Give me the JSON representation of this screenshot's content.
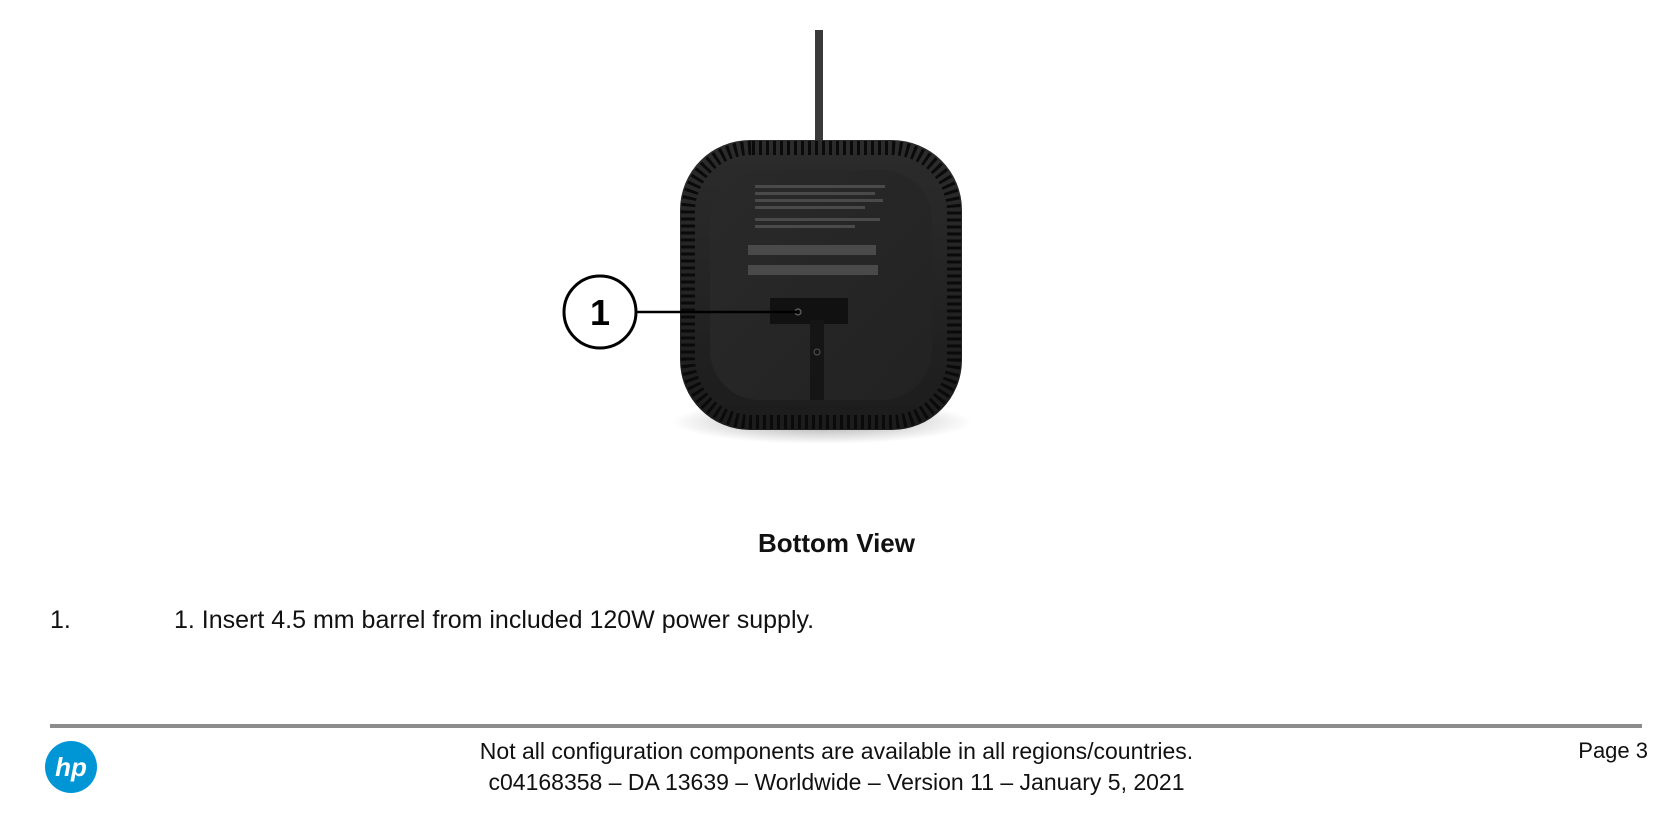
{
  "figure": {
    "callout_number": "1",
    "caption": "Bottom View"
  },
  "list": [
    {
      "number": "1.",
      "text": "1. Insert 4.5 mm barrel from included 120W power supply."
    }
  ],
  "footer": {
    "line1": "Not all configuration components are available in all regions/countries.",
    "line2": "c04168358 – DA 13639 – Worldwide – Version 11 – January 5, 2021",
    "page": "Page 3",
    "logo_icon": "hp-logo-icon",
    "brand_color": "#0096d6"
  }
}
